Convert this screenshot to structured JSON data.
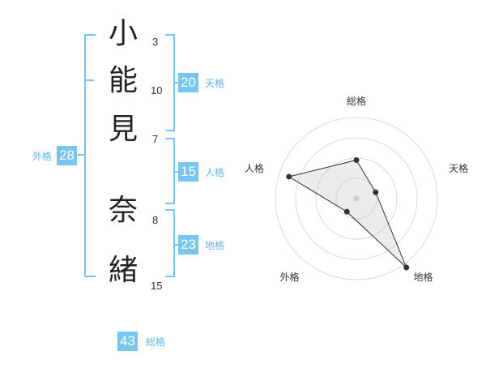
{
  "name": {
    "chars": [
      {
        "char": "小",
        "strokes": "3"
      },
      {
        "char": "能",
        "strokes": "10"
      },
      {
        "char": "見",
        "strokes": "7"
      },
      {
        "char": "奈",
        "strokes": "8"
      },
      {
        "char": "緒",
        "strokes": "15"
      }
    ]
  },
  "fortune": {
    "tenkaku": {
      "value": "20",
      "label": "天格"
    },
    "jinkaku": {
      "value": "15",
      "label": "人格"
    },
    "chikaku": {
      "value": "23",
      "label": "地格"
    },
    "gaikaku": {
      "value": "28",
      "label": "外格"
    },
    "soukaku": {
      "value": "43",
      "label": "総格"
    }
  },
  "colors": {
    "accent": "#78c6f0",
    "accent_text": "#5db8e8"
  },
  "chart_data": {
    "type": "radar",
    "axes": [
      "総格",
      "天格",
      "地格",
      "外格",
      "人格"
    ],
    "values": [
      1.9,
      1.0,
      4.2,
      0.8,
      3.5
    ],
    "range": [
      0,
      4
    ],
    "rings": 4
  }
}
